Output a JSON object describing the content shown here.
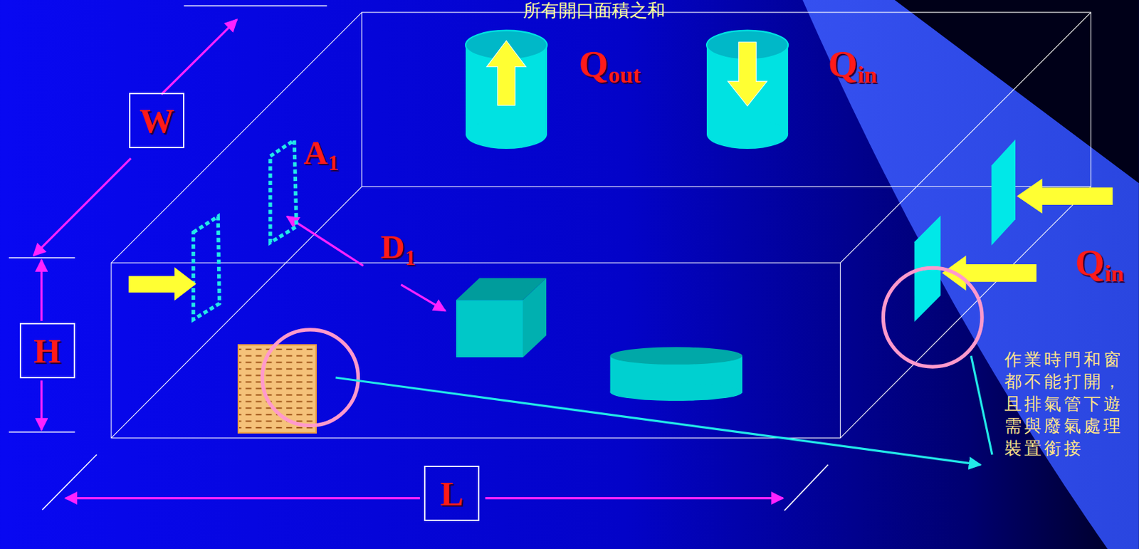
{
  "diagram": {
    "nodes": [
      {
        "text": [
          "W"
        ]
      },
      {
        "text": [
          "H"
        ]
      },
      {
        "text": [
          "L"
        ]
      }
    ],
    "labels": [
      "所有開口面積之和",
      "Q",
      "out",
      "Q",
      "in",
      "A",
      "1",
      "D",
      "1",
      "Q",
      "in",
      "作業時門和窗都不能打開，且排氣管下遊需與廢氣處理裝置銜接"
    ]
  }
}
